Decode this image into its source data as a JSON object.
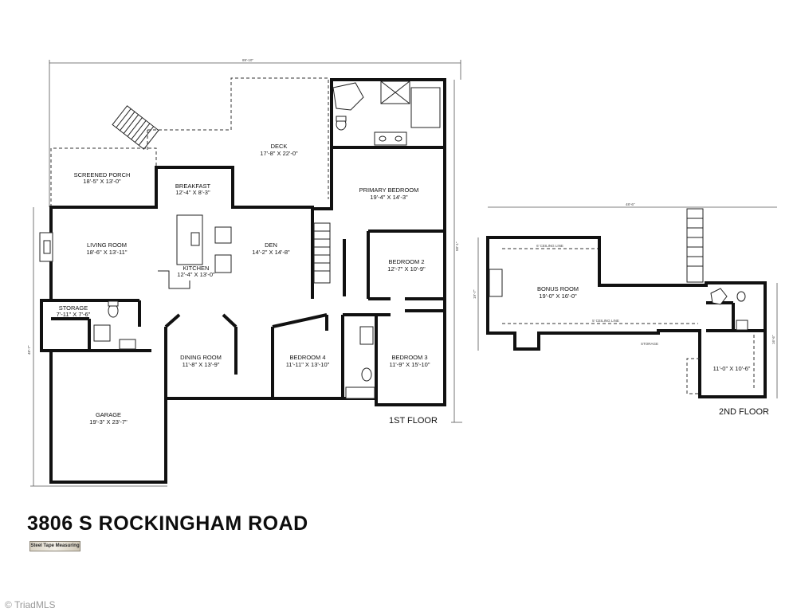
{
  "address": "3806 S ROCKINGHAM ROAD",
  "logo_text": "Steel Tape Measuring",
  "credit": "© TriadMLS",
  "floors": {
    "first": {
      "label": "1ST FLOOR",
      "rooms": {
        "deck": {
          "name": "DECK",
          "dims": "17'-8\" X 22'-0\""
        },
        "screened_porch": {
          "name": "SCREENED PORCH",
          "dims": "18'-5\" X 13'-0\""
        },
        "breakfast": {
          "name": "BREAKFAST",
          "dims": "12'-4\" X 8'-3\""
        },
        "primary_bedroom": {
          "name": "PRIMARY BEDROOM",
          "dims": "19'-4\" X 14'-3\""
        },
        "living_room": {
          "name": "LIVING ROOM",
          "dims": "18'-6\" X 13'-11\""
        },
        "den": {
          "name": "DEN",
          "dims": "14'-2\" X 14'-8\""
        },
        "kitchen": {
          "name": "KITCHEN",
          "dims": "12'-4\" X 13'-0\""
        },
        "bedroom2": {
          "name": "BEDROOM 2",
          "dims": "12'-7\" X 10'-9\""
        },
        "storage": {
          "name": "STORAGE",
          "dims": "7'-11\" X 7'-6\""
        },
        "dining_room": {
          "name": "DINING ROOM",
          "dims": "11'-8\" X 13'-9\""
        },
        "bedroom4": {
          "name": "BEDROOM 4",
          "dims": "11'-11\" X 13'-10\""
        },
        "bedroom3": {
          "name": "BEDROOM 3",
          "dims": "11'-9\" X 15'-10\""
        },
        "garage": {
          "name": "GARAGE",
          "dims": "19'-3\" X 23'-7\""
        }
      },
      "dimensions": {
        "top": "89'-10\"",
        "right": "58'-1\"",
        "left": "48'-7\""
      }
    },
    "second": {
      "label": "2ND FLOOR",
      "rooms": {
        "bonus_room": {
          "name": "BONUS ROOM",
          "dims": "19'-0\" X 16'-0\""
        },
        "storage": {
          "name": "STORAGE"
        },
        "room": {
          "dims": "11'-0\" X 10'-6\""
        }
      },
      "notes": {
        "ceiling_upper": "6' CEILING LINE",
        "ceiling_lower": "5' CEILING LINE"
      },
      "dimensions": {
        "top": "48'-6\"",
        "left": "19'-7\"",
        "right": "16'-6\""
      }
    }
  }
}
